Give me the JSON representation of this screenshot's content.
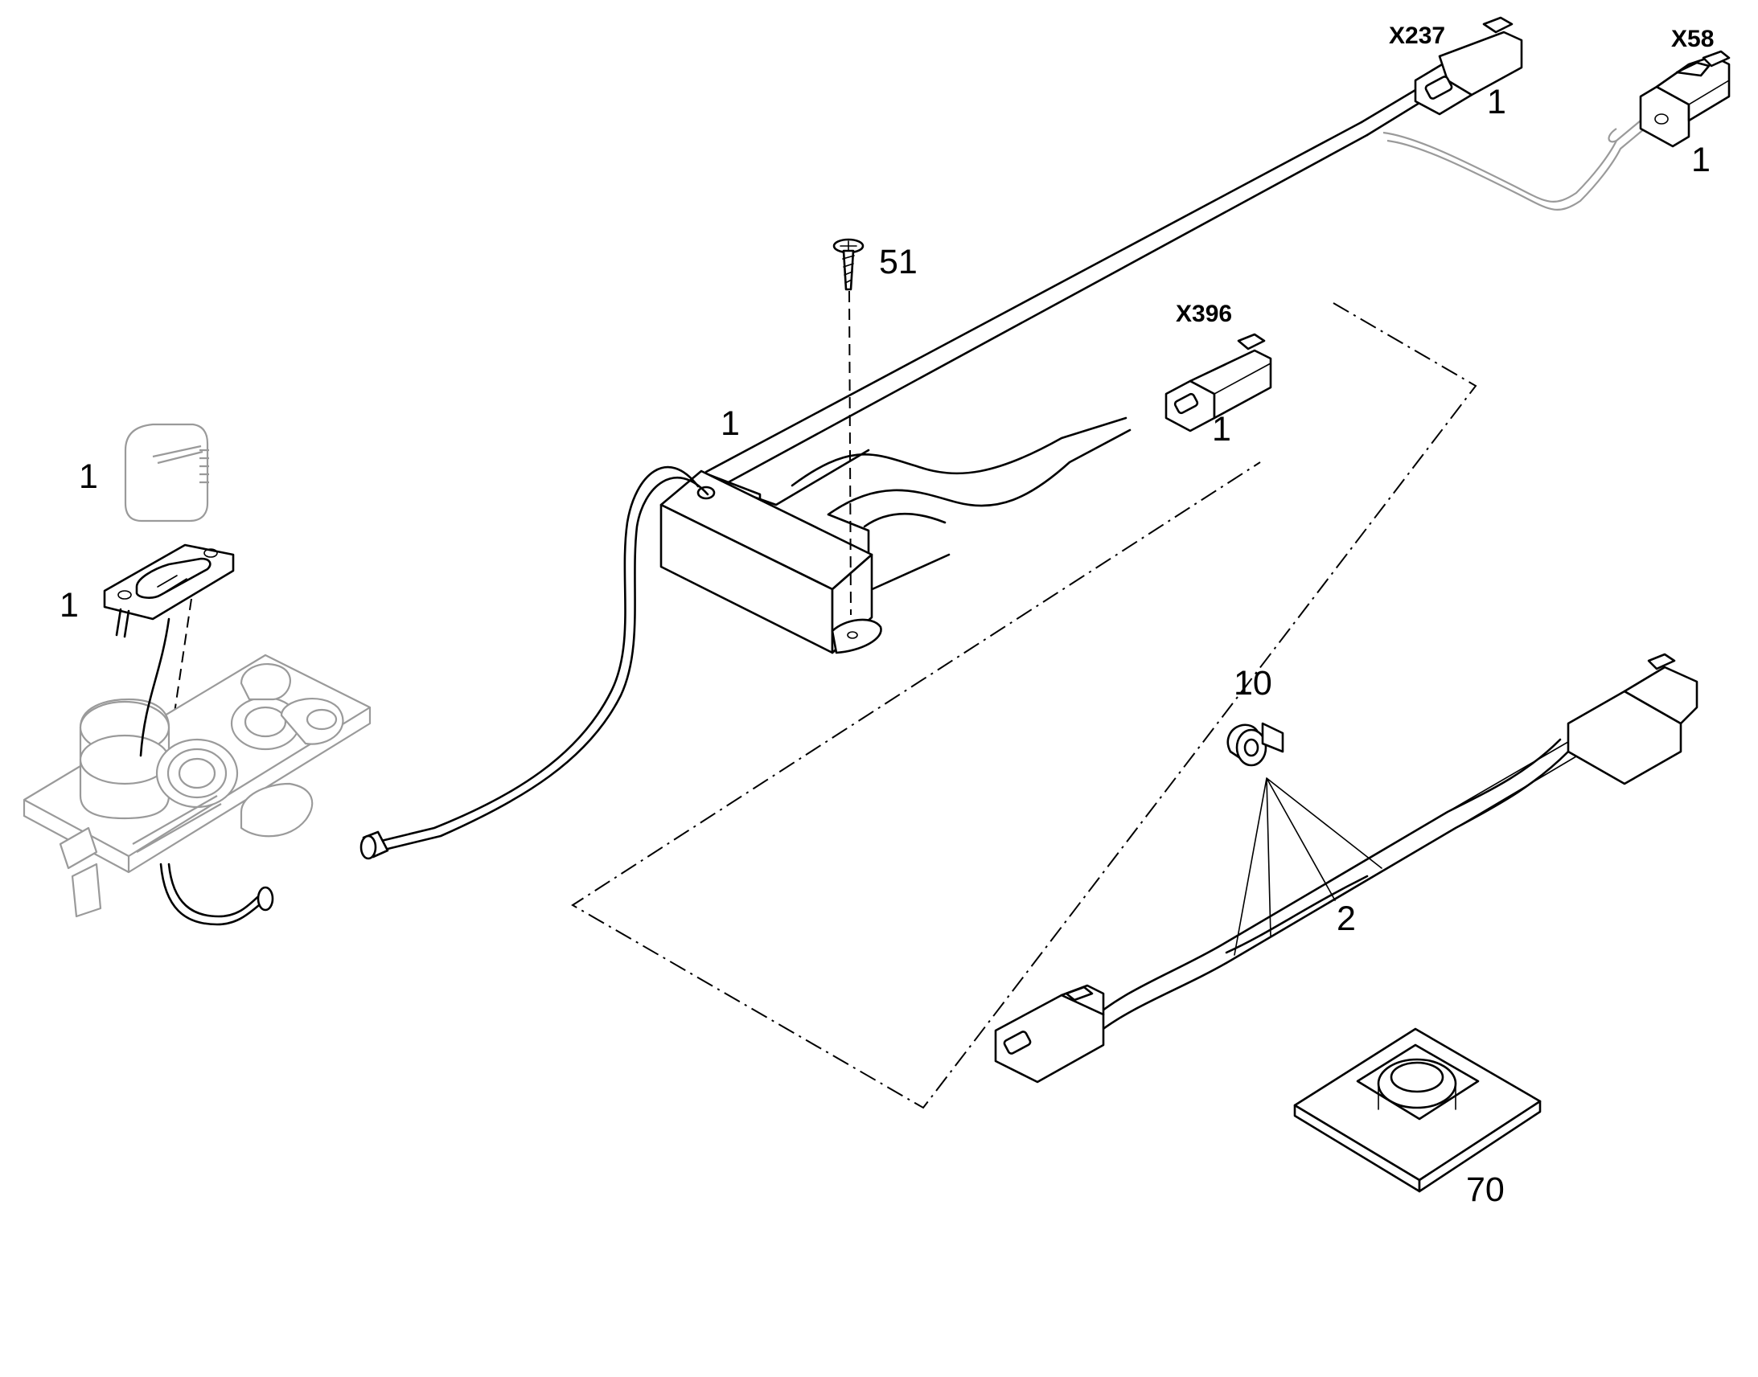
{
  "connector_labels": {
    "x237": "X237",
    "x58": "X58",
    "x396": "X396"
  },
  "callouts": {
    "x237_item": "1",
    "x58_item": "1",
    "x396_item": "1",
    "screw": "51",
    "module": "1",
    "cover": "1",
    "socket": "1",
    "clip": "10",
    "harness": "2",
    "mount": "70"
  }
}
